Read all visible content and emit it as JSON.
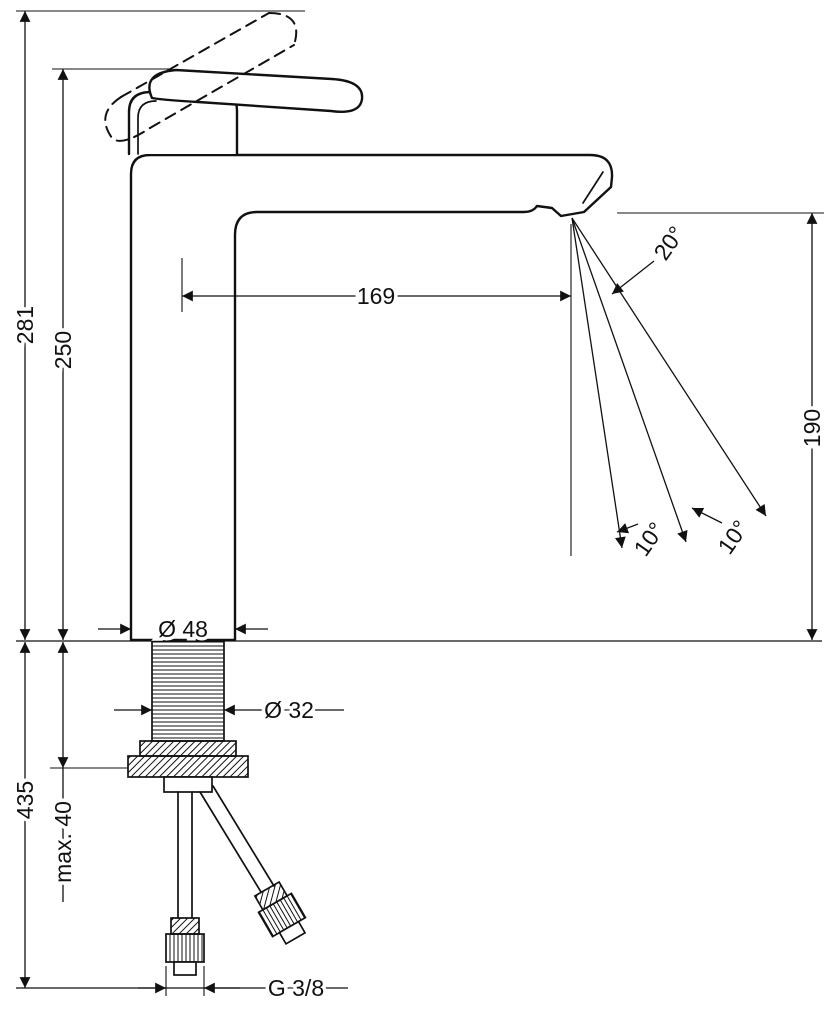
{
  "drawing": {
    "colors": {
      "line": "#111111",
      "background": "#ffffff"
    },
    "dimensions": {
      "total_height": "281",
      "handle_height": "250",
      "spout_reach": "169",
      "outlet_height": "190",
      "spray_angle": "20°",
      "cone_angle_left": "10°",
      "cone_angle_right": "10°",
      "base_diameter": "Ø 48",
      "shank_diameter": "Ø 32",
      "below_counter_length": "435",
      "max_counter_thickness": "max. 40",
      "connection_thread": "G 3/8"
    }
  }
}
